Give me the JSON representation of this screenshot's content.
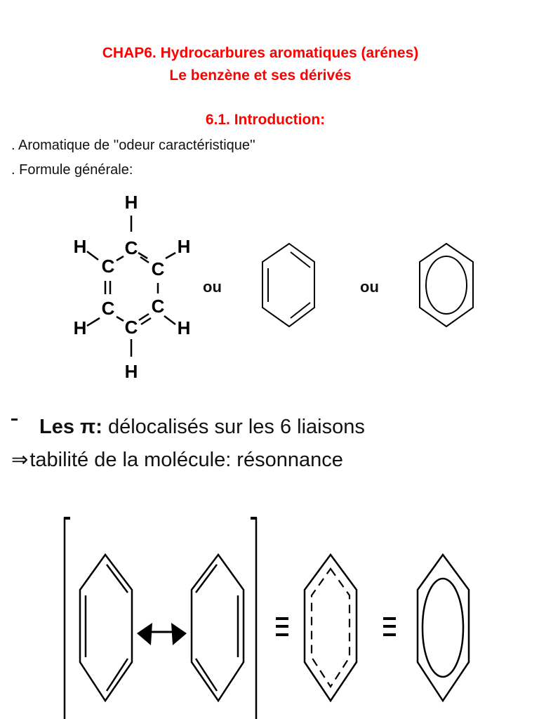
{
  "header": {
    "title_line1": "CHAP6. Hydrocarbures aromatiques (arénes)",
    "title_line2": "Le benzène et ses dérivés",
    "accent_color": "#ff0000"
  },
  "section": {
    "heading": "6.1. Introduction:"
  },
  "intro": {
    "line1": ". Aromatique de ''odeur caractéristique''",
    "line2": ". Formule générale:"
  },
  "formula": {
    "atoms": {
      "h": "H",
      "c": "C"
    },
    "connector1": "ou",
    "connector2": "ou",
    "structures": [
      "kekule-full-structure",
      "kekule-skeletal-hexagon",
      "aromatic-circle-hexagon"
    ]
  },
  "pi_text": {
    "bullet": "-",
    "bold_label": "Les π:",
    "text": " délocalisés sur les 6 liaisons"
  },
  "consequence": {
    "arrow": "⇒",
    "text": "tabilité de la molécule: résonnance"
  },
  "resonance": {
    "equiv1": "≡",
    "equiv2": "≡",
    "structures": [
      "resonance-form-1",
      "resonance-form-2",
      "dashed-delocalized-hexagon",
      "circle-hexagon"
    ]
  }
}
